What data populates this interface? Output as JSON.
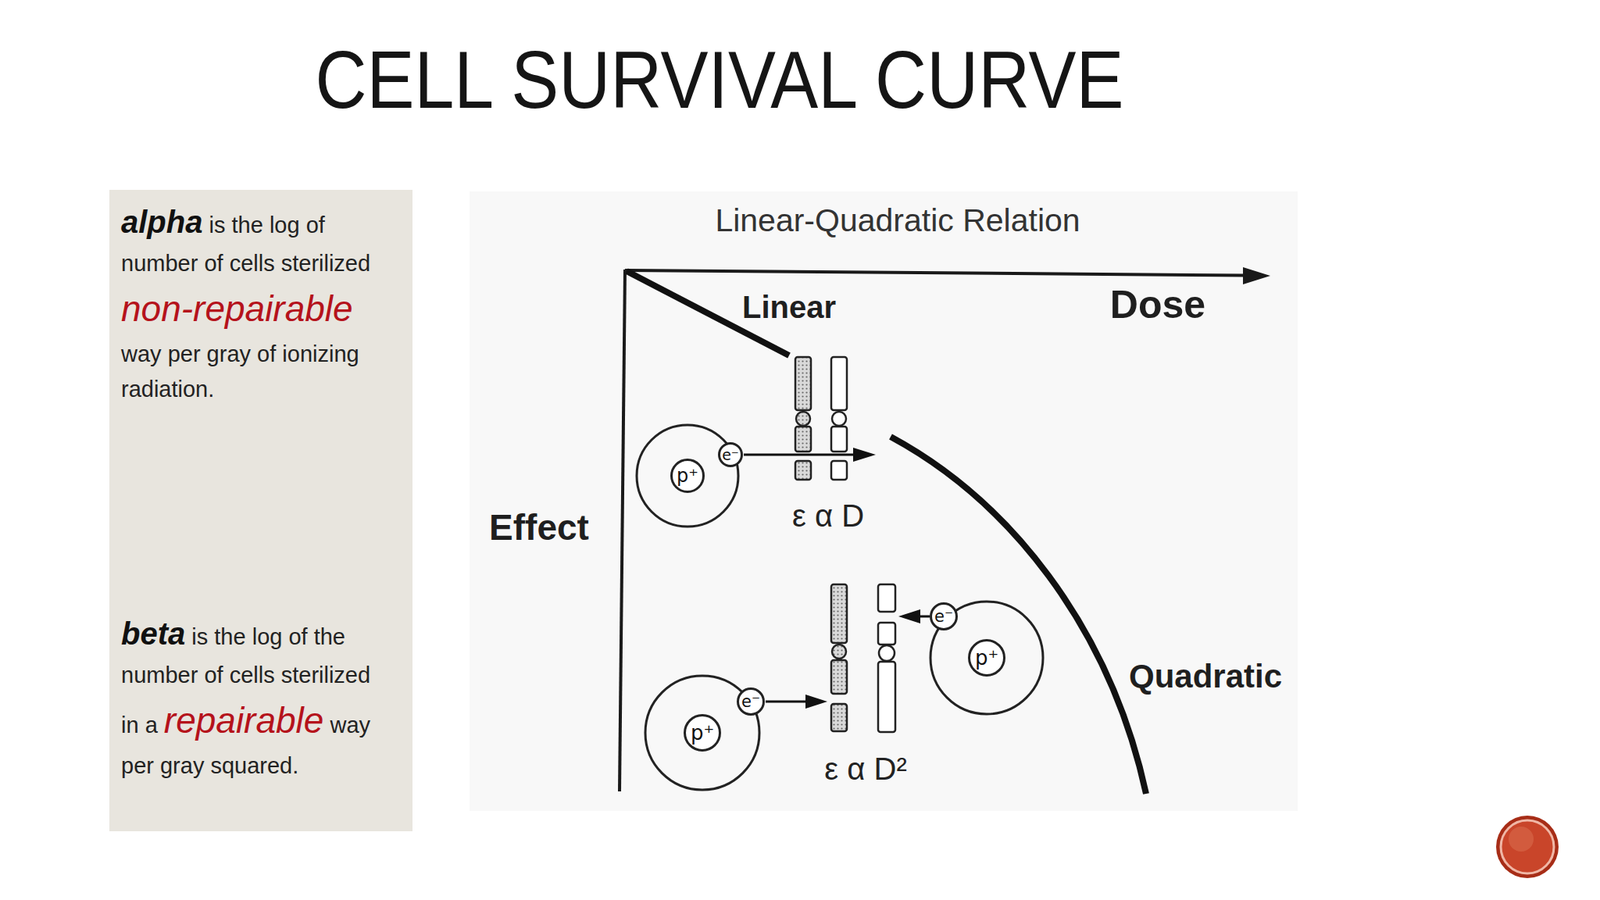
{
  "diagram": {
    "title": "CELL SURVIVAL CURVE",
    "nodes": [
      {
        "text": [
          "alpha",
          "is the log of number of cells sterilized",
          "non-repairable",
          "way per gray of ionizing radiation.",
          "beta",
          "is the log of the number of cells sterilized in a",
          "repairable",
          "way per gray squared."
        ]
      },
      {
        "text": [
          "p⁺"
        ]
      },
      {
        "text": [
          "e⁻"
        ]
      },
      {
        "text": [
          "e⁻"
        ]
      },
      {
        "text": [
          "p⁺"
        ]
      },
      {
        "text": [
          "e⁻"
        ]
      },
      {
        "text": [
          "p⁺"
        ]
      }
    ],
    "labels": [
      "Linear-Quadratic Relation",
      "Linear",
      "Dose",
      "Effect",
      "ε α D",
      "ε α D²",
      "Quadratic"
    ]
  }
}
